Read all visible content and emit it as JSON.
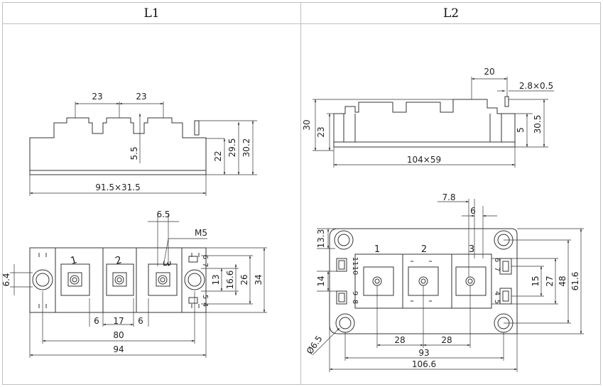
{
  "headers": {
    "left": "L1",
    "right": "L2"
  },
  "l1": {
    "side_dims": {
      "pitch_a": "23",
      "pitch_b": "23",
      "shoulder": "5.5",
      "body_h": "22",
      "total_h": "29.5",
      "max_h": "30.2",
      "footprint": "91.5×31.5"
    },
    "top_dims": {
      "terminal_w": "6.5",
      "thread": "M5",
      "hole": "6.4",
      "spacing_a": "6",
      "center_w": "17",
      "spacing_b": "6",
      "mount_pitch": "80",
      "length": "94",
      "inner_h": "13",
      "pin_h": "16.6",
      "span_h": "26",
      "width": "34"
    },
    "terminal_labels": [
      "1",
      "2",
      "3"
    ],
    "pin_labels": [
      "6",
      "7",
      "5",
      "4"
    ]
  },
  "l2": {
    "side_dims": {
      "pin_offset": "20",
      "pin_size": "2.8×0.5",
      "height": "30",
      "base_h": "23",
      "pin_gap": "5",
      "max_h": "30.5",
      "footprint": "104×59"
    },
    "top_dims": {
      "offset_a": "7.8",
      "offset_b": "6",
      "corner": "13.3",
      "pin_h": "14",
      "pitch_a": "28",
      "pitch_b": "28",
      "mount_pitch": "93",
      "length": "106.6",
      "pin_span": "15",
      "inner_w": "27",
      "mid_w": "48",
      "width": "61.6",
      "hole": "Ø6.5"
    },
    "terminal_labels": [
      "1",
      "2",
      "3"
    ],
    "pin_labels": [
      "11",
      "10",
      "9",
      "8",
      "6",
      "7",
      "4",
      "5"
    ]
  }
}
